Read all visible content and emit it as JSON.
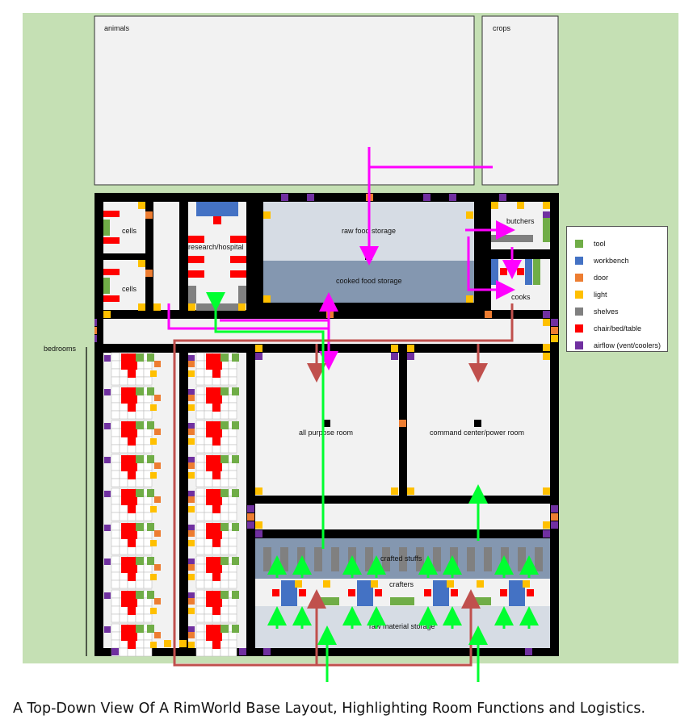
{
  "title": "RimWorld Base Layout",
  "caption": "A Top-Down View Of A RimWorld Base Layout, Highlighting Room Functions and Logistics.",
  "colors": {
    "grass": "#c5e0b4",
    "field": "#f2f2f2",
    "wall": "#000000",
    "floor": "#f2f2f2",
    "raw_food": "#d6dce4",
    "cooked_food": "#8497b0",
    "crafted": "#8497b0",
    "raw_material": "#d6dce4",
    "tool": "#70ad47",
    "workbench": "#4472c4",
    "door": "#ed7d31",
    "light": "#ffc000",
    "shelves": "#808080",
    "furniture": "#ff0000",
    "airflow": "#7030a0",
    "arrow_green": "#00ff30",
    "arrow_magenta": "#ff00ff",
    "arrow_red": "#c0504d"
  },
  "outside": {
    "animals": "animals",
    "crops": "crops",
    "bedrooms": "bedrooms"
  },
  "rooms": {
    "cells_1": "cells",
    "cells_2": "cells",
    "research": "research/hospital",
    "raw_food": "raw food storage",
    "cooked_food": "cooked food storage",
    "butchers": "butchers",
    "cooks": "cooks",
    "all_purpose": "all purpose room",
    "command": "command center/power room",
    "crafted": "crafted stuffs",
    "crafters": "crafters",
    "raw_material": "raw material storage"
  },
  "legend": {
    "items": [
      {
        "label": "tool",
        "color": "#70ad47"
      },
      {
        "label": "workbench",
        "color": "#4472c4"
      },
      {
        "label": "door",
        "color": "#ed7d31"
      },
      {
        "label": "light",
        "color": "#ffc000"
      },
      {
        "label": "shelves",
        "color": "#808080"
      },
      {
        "label": "chair/bed/table",
        "color": "#ff0000"
      },
      {
        "label": "airflow (vent/coolers)",
        "color": "#7030a0"
      }
    ]
  }
}
